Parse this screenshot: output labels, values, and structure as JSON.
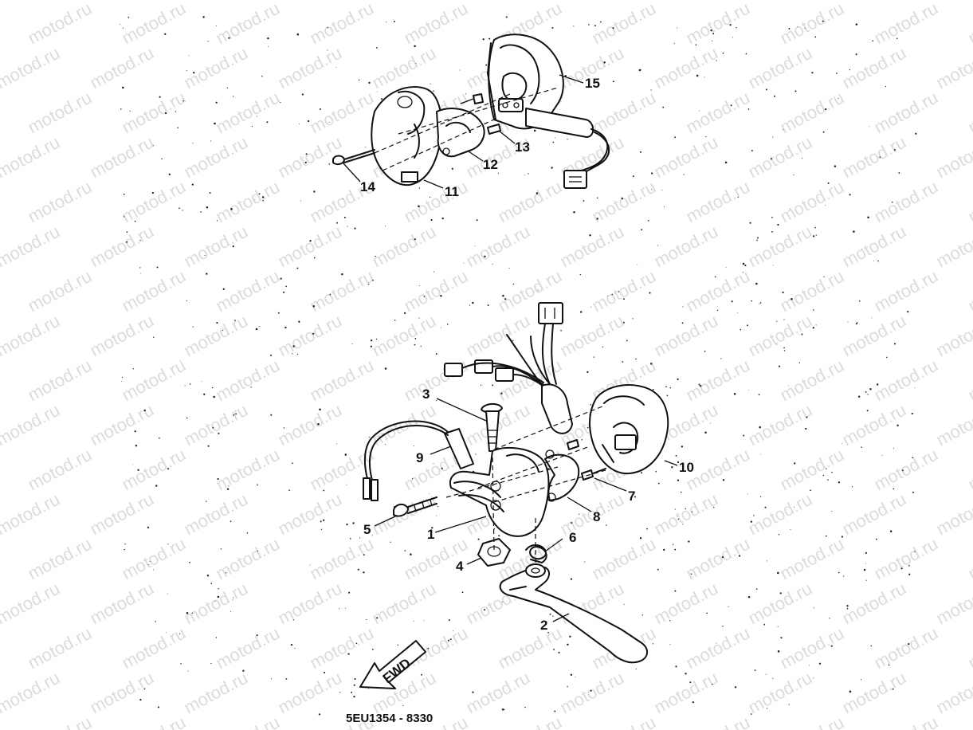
{
  "watermark": {
    "text": "motod.ru",
    "color": "#dcdcdc"
  },
  "diagram_code": "5EU1354 - 8330",
  "fwd_label": "FWD",
  "callouts": [
    {
      "id": "c1",
      "label": "1"
    },
    {
      "id": "c2",
      "label": "2"
    },
    {
      "id": "c3",
      "label": "3"
    },
    {
      "id": "c4",
      "label": "4"
    },
    {
      "id": "c5",
      "label": "5"
    },
    {
      "id": "c6",
      "label": "6"
    },
    {
      "id": "c7",
      "label": "7"
    },
    {
      "id": "c8",
      "label": "8"
    },
    {
      "id": "c9",
      "label": "9"
    },
    {
      "id": "c10",
      "label": "10"
    },
    {
      "id": "c11",
      "label": "11"
    },
    {
      "id": "c12",
      "label": "12"
    },
    {
      "id": "c13",
      "label": "13"
    },
    {
      "id": "c14",
      "label": "14"
    },
    {
      "id": "c15",
      "label": "15"
    }
  ]
}
